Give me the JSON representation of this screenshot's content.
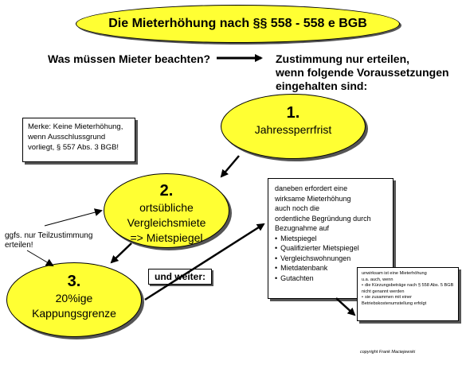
{
  "title": "Die Mieterhöhung nach §§ 558 - 558 e BGB",
  "question": "Was müssen Mieter beachten?",
  "answer_lines": [
    "Zustimmung nur erteilen,",
    "wenn folgende Voraussetzungen",
    "eingehalten sind:"
  ],
  "steps": [
    {
      "number": "1.",
      "lines": [
        "Jahressperrfrist"
      ]
    },
    {
      "number": "2.",
      "lines": [
        "ortsübliche",
        "Vergleichsmiete",
        "=> Mietspiegel"
      ]
    },
    {
      "number": "3.",
      "lines": [
        "20%ige",
        "Kappungsgrenze"
      ]
    }
  ],
  "note": {
    "lines": [
      "Merke: Keine Mieterhöhung,",
      "wenn Ausschlussgrund",
      "vorliegt, § 557 Abs. 3 BGB!"
    ]
  },
  "side_note": {
    "lines": [
      "ggfs. nur Teilzustimmung",
      "erteilen!"
    ]
  },
  "weiter_label": "und weiter:",
  "info_box": {
    "lines": [
      "daneben erfordert eine",
      "wirksame Mieterhöhung",
      "auch noch die",
      "ordentliche Begründung durch",
      "Bezugnahme auf"
    ],
    "items": [
      "Mietspiegel",
      "Qualifizierter Mietspiegel",
      "Vergleichswohnungen",
      "Mietdatenbank",
      "Gutachten"
    ]
  },
  "small_box": {
    "lines": [
      "unwirksam ist eine Mieterhöhung",
      "u.a. auch, wenn"
    ],
    "items": [
      "die Kürzungsbeträge nach § 558 Abs. 5 BGB nicht genannt werden",
      "sie zusammen mit einer Betriebskostenumstellung erfolgt"
    ]
  },
  "copyright": "copyright Frank Maciejewski"
}
